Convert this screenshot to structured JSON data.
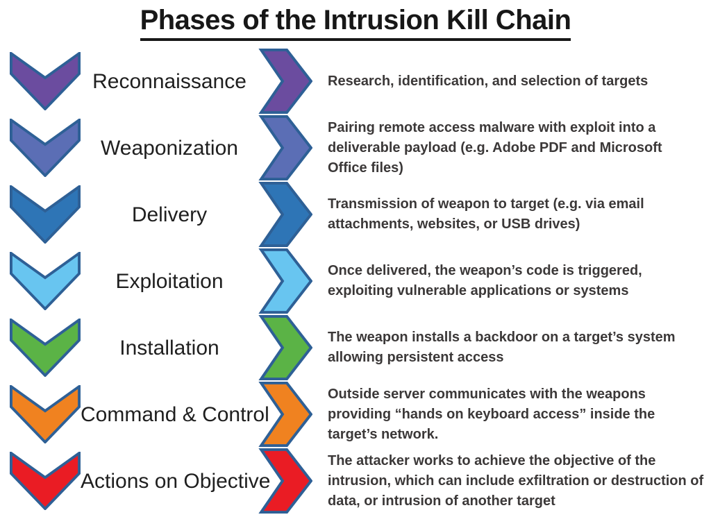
{
  "title": "Phases of the Intrusion Kill Chain",
  "colors": {
    "chevron_border": "#2e6096",
    "label_text": "#1f1f1f",
    "description_text": "#3b3838"
  },
  "phases": [
    {
      "name": "Reconnaissance",
      "color": "#6b4c9f",
      "description": "Research, identification, and selection of targets"
    },
    {
      "name": "Weaponization",
      "color": "#5b6eb5",
      "description": "Pairing remote access malware with exploit into a deliverable payload (e.g. Adobe PDF and Microsoft Office files)"
    },
    {
      "name": "Delivery",
      "color": "#2e75b6",
      "description": "Transmission of weapon to target (e.g. via email attachments, websites, or USB drives)"
    },
    {
      "name": "Exploitation",
      "color": "#68c5f0",
      "description": "Once delivered, the weapon’s code is triggered, exploiting vulnerable applications or systems"
    },
    {
      "name": "Installation",
      "color": "#5bb346",
      "description": "The weapon installs a backdoor on a target’s system allowing persistent access"
    },
    {
      "name": "Command & Control",
      "color": "#f08220",
      "description": "Outside server communicates with the weapons providing “hands on keyboard access” inside the target’s network."
    },
    {
      "name": "Actions on Objective",
      "color": "#ea1c24",
      "description": "The attacker works to achieve the objective of the intrusion, which can include exfiltration or destruction of data, or intrusion of another target"
    }
  ]
}
